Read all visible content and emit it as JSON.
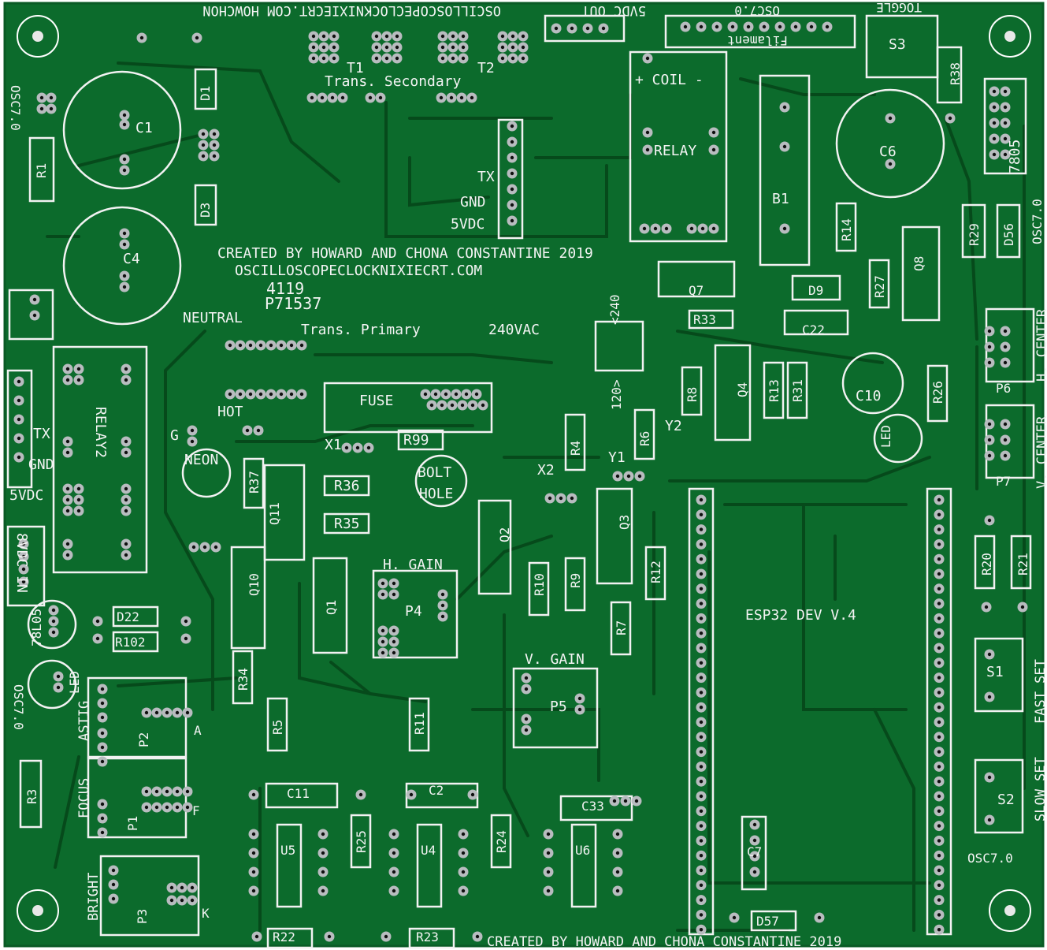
{
  "colors": {
    "board": "#0c6b2c",
    "board_dark": "#064e1c",
    "trace": "#083f18",
    "silkscreen": "#f4f4f4",
    "pad": "#b8bcbf",
    "hole": "#0f0f0f",
    "edge": "#ffffff"
  },
  "labels": {
    "top_mirror": "OSCILLOSCOPECLOCKNIXIECRT.COM HOWCHON",
    "vdc5_out": "5VDC OUT",
    "osc_top": "OSC7.0",
    "toggle": "TOGGLE",
    "filament": "Filament",
    "t1": "T1",
    "t2": "T2",
    "trans_secondary": "Trans. Secondary",
    "coil": "+ COIL -",
    "relay": "RELAY",
    "b1": "B1",
    "s3": "S3",
    "r38": "R38",
    "r7805": "7805",
    "c6": "C6",
    "c1": "C1",
    "c4": "C4",
    "d1": "D1",
    "d3": "D3",
    "r1": "R1",
    "osc_left_top": "OSC7.0",
    "tx": "TX",
    "gnd": "GND",
    "vdc5": "5VDC",
    "created1": "CREATED BY HOWARD AND CHONA CONSTANTINE 2019",
    "website": "OSCILLOSCOPECLOCKNIXIECRT.COM",
    "date_code": "4119",
    "part_no": "P71537",
    "neutral": "NEUTRAL",
    "trans_primary": "Trans. Primary",
    "vac240": "240VAC",
    "fuse": "FUSE",
    "hot": "HOT",
    "relay2": "RELAY2",
    "tx2": "TX",
    "gnd2": "GND",
    "vdc5_2": "5VDC",
    "vdc_in": "8VDC IN",
    "g": "G",
    "neon": "NEON",
    "x1": "X1",
    "r99": "R99",
    "bolt": "BOLT",
    "hole": "HOLE",
    "x2": "X2",
    "r4": "R4",
    "r37": "R37",
    "q11": "Q11",
    "r36": "R36",
    "r35": "R35",
    "q2": "Q2",
    "r10": "R10",
    "r9": "R9",
    "q3": "Q3",
    "r12": "R12",
    "r7": "R7",
    "y1": "Y1",
    "r6": "R6",
    "sel240": "<240",
    "sel120": "120>",
    "q7": "Q7",
    "r33": "R33",
    "d9": "D9",
    "c22": "C22",
    "r27": "R27",
    "q8": "Q8",
    "r14": "R14",
    "r29": "R29",
    "d56": "D56",
    "osc_right": "OSC7.0",
    "h_center": "H. CENTER",
    "p6": "P6",
    "v_center": "V. CENTER",
    "p7": "P7",
    "r8": "R8",
    "y2": "Y2",
    "q4": "Q4",
    "r13": "R13",
    "r31": "R31",
    "c10": "C10",
    "r26": "R26",
    "led": "LED",
    "q10": "Q10",
    "q1": "Q1",
    "h_gain": "H. GAIN",
    "p4": "P4",
    "esp32": "ESP32 DEV V.4",
    "r20": "R20",
    "r21": "R21",
    "fast_set": "FAST SET",
    "s1": "S1",
    "v_gain": "V. GAIN",
    "p5": "P5",
    "r11": "R11",
    "r5": "R5",
    "r34": "R34",
    "l7805": "78L05",
    "d22": "D22",
    "r102": "R102",
    "led2": "LED",
    "osc_left_bottom": "OSC7.0",
    "focus": "FOCUS",
    "astig": "ASTIG",
    "p2": "P2",
    "p1": "P1",
    "a": "A",
    "f": "F",
    "r3": "R3",
    "c11": "C11",
    "c2": "C2",
    "c33": "C33",
    "u5": "U5",
    "r25": "R25",
    "u4": "U4",
    "r24": "R24",
    "u6": "U6",
    "c7": "C7",
    "slow_set": "SLOW SET",
    "s2": "S2",
    "osc_bottom_right": "OSC7.0",
    "bright": "BRIGHT",
    "p3": "P3",
    "k": "K",
    "r22": "R22",
    "r23": "R23",
    "d57": "D57",
    "created2": "CREATED BY HOWARD AND CHONA CONSTANTINE 2019"
  }
}
